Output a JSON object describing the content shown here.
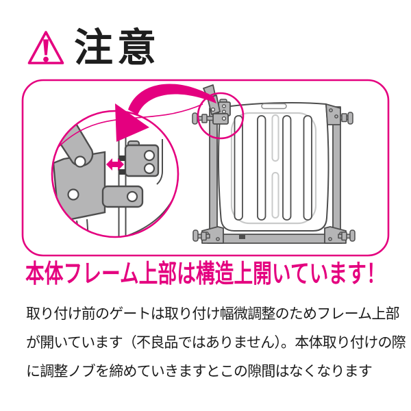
{
  "colors": {
    "accent_pink": "#E4007F",
    "text_black": "#1A1A1A",
    "metal_gray": "#B5B5B6",
    "outline_gray": "#4D4D4D",
    "light_gray_line": "#C9CACA"
  },
  "caution": {
    "title": "注意",
    "icon": "warning-triangle-icon"
  },
  "figure": {
    "frame_icon": "rounded-callout-frame",
    "magnifier_icon": "magnifier-circle",
    "zoom_arrow_icon": "curved-zoom-arrow",
    "gap_arrow_icon": "double-headed-arrow"
  },
  "headline": {
    "text": "本体フレーム上部は構造上開いています！"
  },
  "body": {
    "lines": [
      "取り付け前のゲートは取り付け幅微調整のためフレーム上部",
      "が開いています（不良品ではありません）。本体取り付けの際",
      "に調整ノブを締めていきますとこの隙間はなくなります"
    ]
  }
}
